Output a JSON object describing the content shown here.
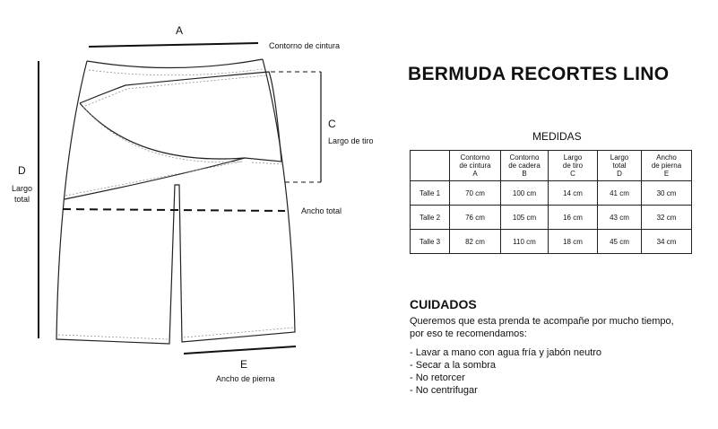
{
  "product": {
    "title": "BERMUDA RECORTES LINO"
  },
  "sketch": {
    "labels": {
      "a_letter": "A",
      "waist": "Contorno de cintura",
      "c_letter": "C",
      "rise": "Largo de tiro",
      "d_letter": "D",
      "total_length_1": "Largo",
      "total_length_2": "total",
      "total_width": "Ancho total",
      "e_letter": "E",
      "leg_width": "Ancho de pierna"
    }
  },
  "measurements": {
    "title": "MEDIDAS",
    "columns": [
      {
        "line1": "Contorno",
        "line2": "de cintura",
        "letter": "A"
      },
      {
        "line1": "Contorno",
        "line2": "de cadera",
        "letter": "B"
      },
      {
        "line1": "Largo",
        "line2": "de tiro",
        "letter": "C"
      },
      {
        "line1": "Largo",
        "line2": "total",
        "letter": "D"
      },
      {
        "line1": "Ancho",
        "line2": "de pierna",
        "letter": "E"
      }
    ],
    "rows": [
      {
        "size": "Talle 1",
        "values": [
          "70 cm",
          "100 cm",
          "14 cm",
          "41 cm",
          "30 cm"
        ]
      },
      {
        "size": "Talle 2",
        "values": [
          "76 cm",
          "105 cm",
          "16 cm",
          "43 cm",
          "32 cm"
        ]
      },
      {
        "size": "Talle 3",
        "values": [
          "82 cm",
          "110 cm",
          "18 cm",
          "45 cm",
          "34 cm"
        ]
      }
    ]
  },
  "care": {
    "title": "CUIDADOS",
    "intro_1": "Queremos que esta prenda te acompañe por mucho tiempo,",
    "intro_2": "por eso te recomendamos:",
    "items": [
      "Lavar a mano con agua fría y jabón neutro",
      "Secar a la sombra",
      "No retorcer",
      "No centrifugar"
    ]
  }
}
